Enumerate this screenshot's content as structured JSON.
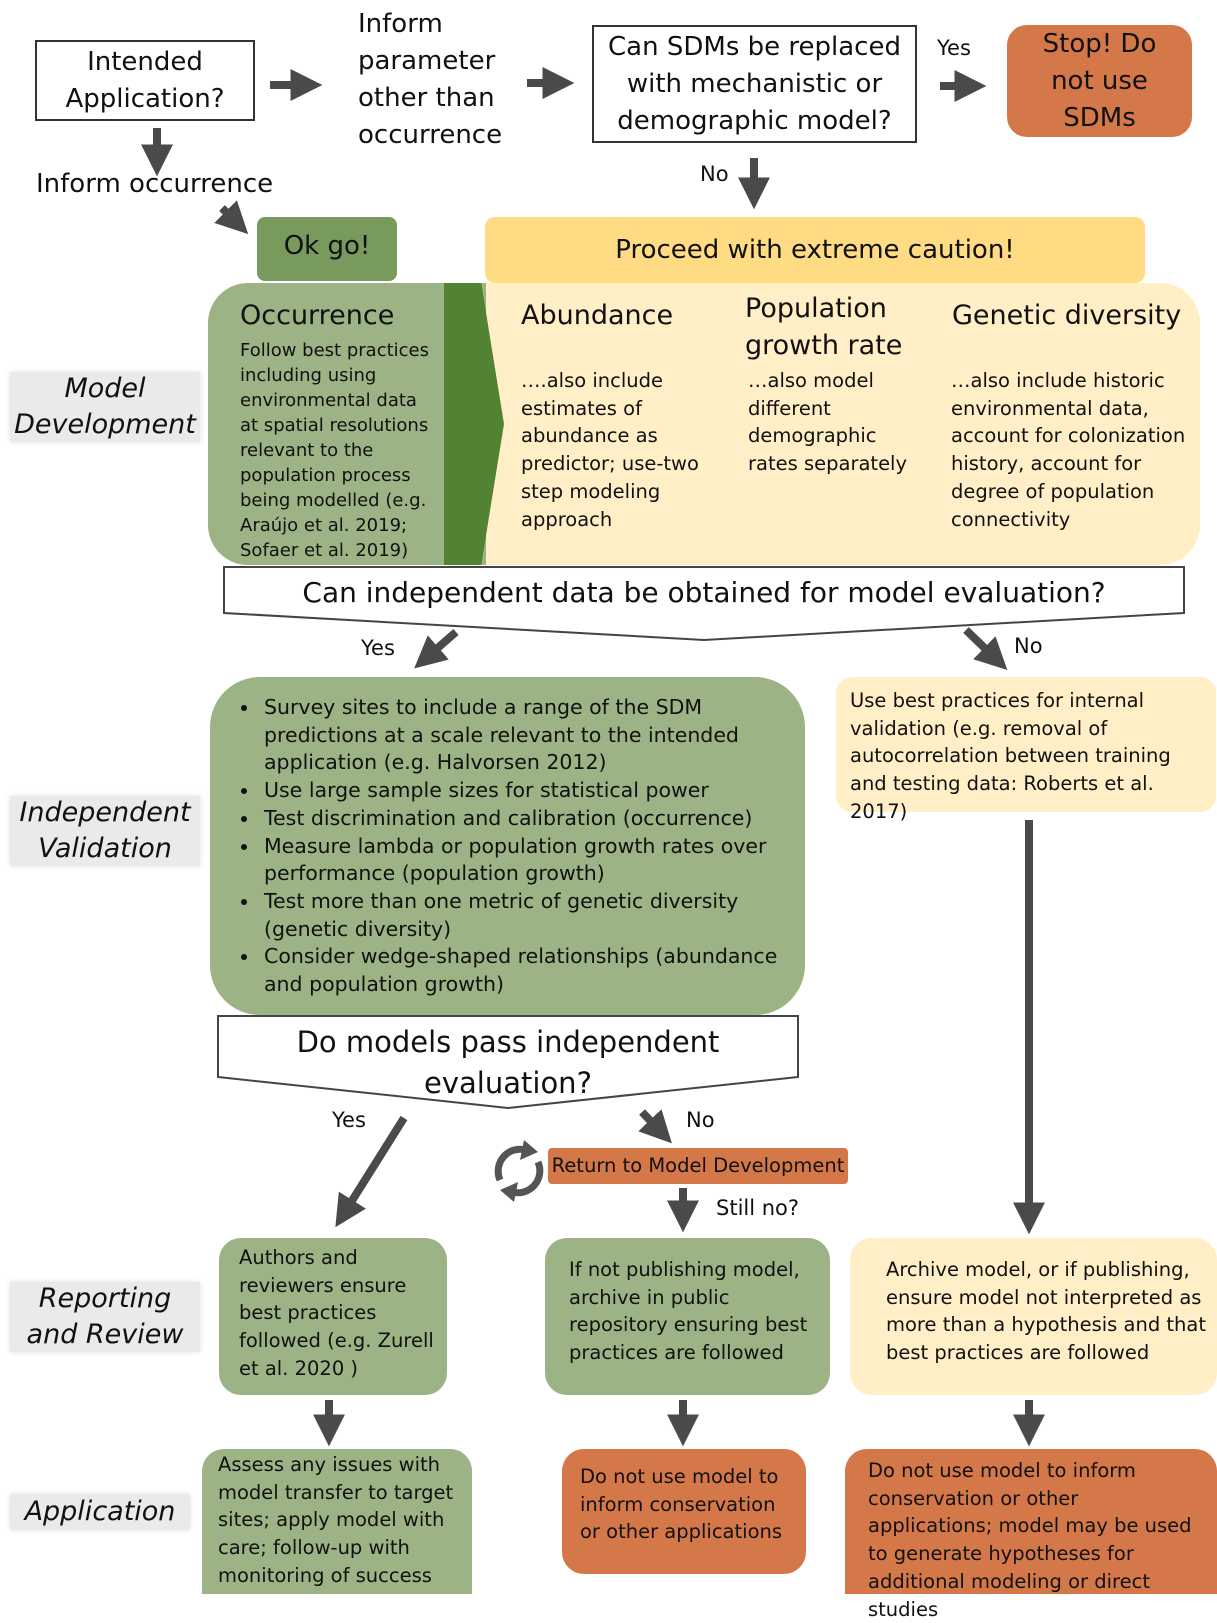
{
  "top": {
    "intended": "Intended Application?",
    "inform_param": "Inform parameter other than occurrence",
    "replace_q": "Can SDMs be replaced with mechanistic or demographic model?",
    "yes1": "Yes",
    "stop": "Stop! Do not use SDMs",
    "no1": "No",
    "inform_occ": "Inform occurrence",
    "ok_go": "Ok go!",
    "caution": "Proceed with extreme caution!"
  },
  "stages": {
    "model_dev": "Model Development",
    "indep_val": "Independent Validation",
    "reporting": "Reporting and Review",
    "application": "Application"
  },
  "model_dev": {
    "occurrence_title": "Occurrence",
    "occurrence_text": "Follow best practices including using environmental data at spatial resolutions relevant to the population process being modelled (e.g. Araújo et al. 2019; Sofaer et al. 2019)",
    "abundance_title": "Abundance",
    "abundance_text": "….also include estimates of abundance as predictor; use-two step modeling approach",
    "popgrowth_title": "Population growth rate",
    "popgrowth_text": "…also model different demographic rates separately",
    "genetic_title": "Genetic diversity",
    "genetic_text": "…also include historic environmental data, account for colonization history, account for degree of population connectivity"
  },
  "indep_q": "Can independent data be obtained for model evaluation?",
  "yes2": "Yes",
  "no2": "No",
  "validation_bullets": [
    "Survey sites to include a range of the SDM predictions at a scale relevant to the intended application (e.g. Halvorsen 2012)",
    "Use large sample sizes for statistical power",
    "Test discrimination and calibration (occurrence)",
    "Measure lambda or population growth rates over performance (population growth)",
    "Test more than one metric of genetic diversity (genetic diversity)",
    "Consider wedge-shaped relationships (abundance and population growth)"
  ],
  "internal_val": "Use best practices for internal validation (e.g. removal of autocorrelation between training and testing data: Roberts et al. 2017)",
  "pass_q": "Do models pass independent evaluation?",
  "yes3": "Yes",
  "no3": "No",
  "return_dev": "Return to Model Development",
  "still_no": "Still no?",
  "reporting": {
    "left": "Authors and reviewers ensure best practices followed (e.g. Zurell et al. 2020 )",
    "middle": "If not publishing model, archive in public repository ensuring best practices are followed",
    "right": "Archive model, or if publishing, ensure model not interpreted as more than a hypothesis and that best practices are followed"
  },
  "application": {
    "left": "Assess any issues with model transfer to target sites; apply model with care; follow-up with monitoring of success",
    "middle": "Do not use model to inform conservation or other applications",
    "right": "Do not use model to inform conservation or other applications; model may be used to generate hypotheses for additional modeling or direct studies"
  },
  "colors": {
    "green": "#9cb386",
    "dark_green": "#789a5c",
    "deep_green": "#528232",
    "yellow": "#ffeec6",
    "caution_yellow": "#ffdb84",
    "orange": "#d4784a",
    "arrow": "#4a4a4a"
  }
}
